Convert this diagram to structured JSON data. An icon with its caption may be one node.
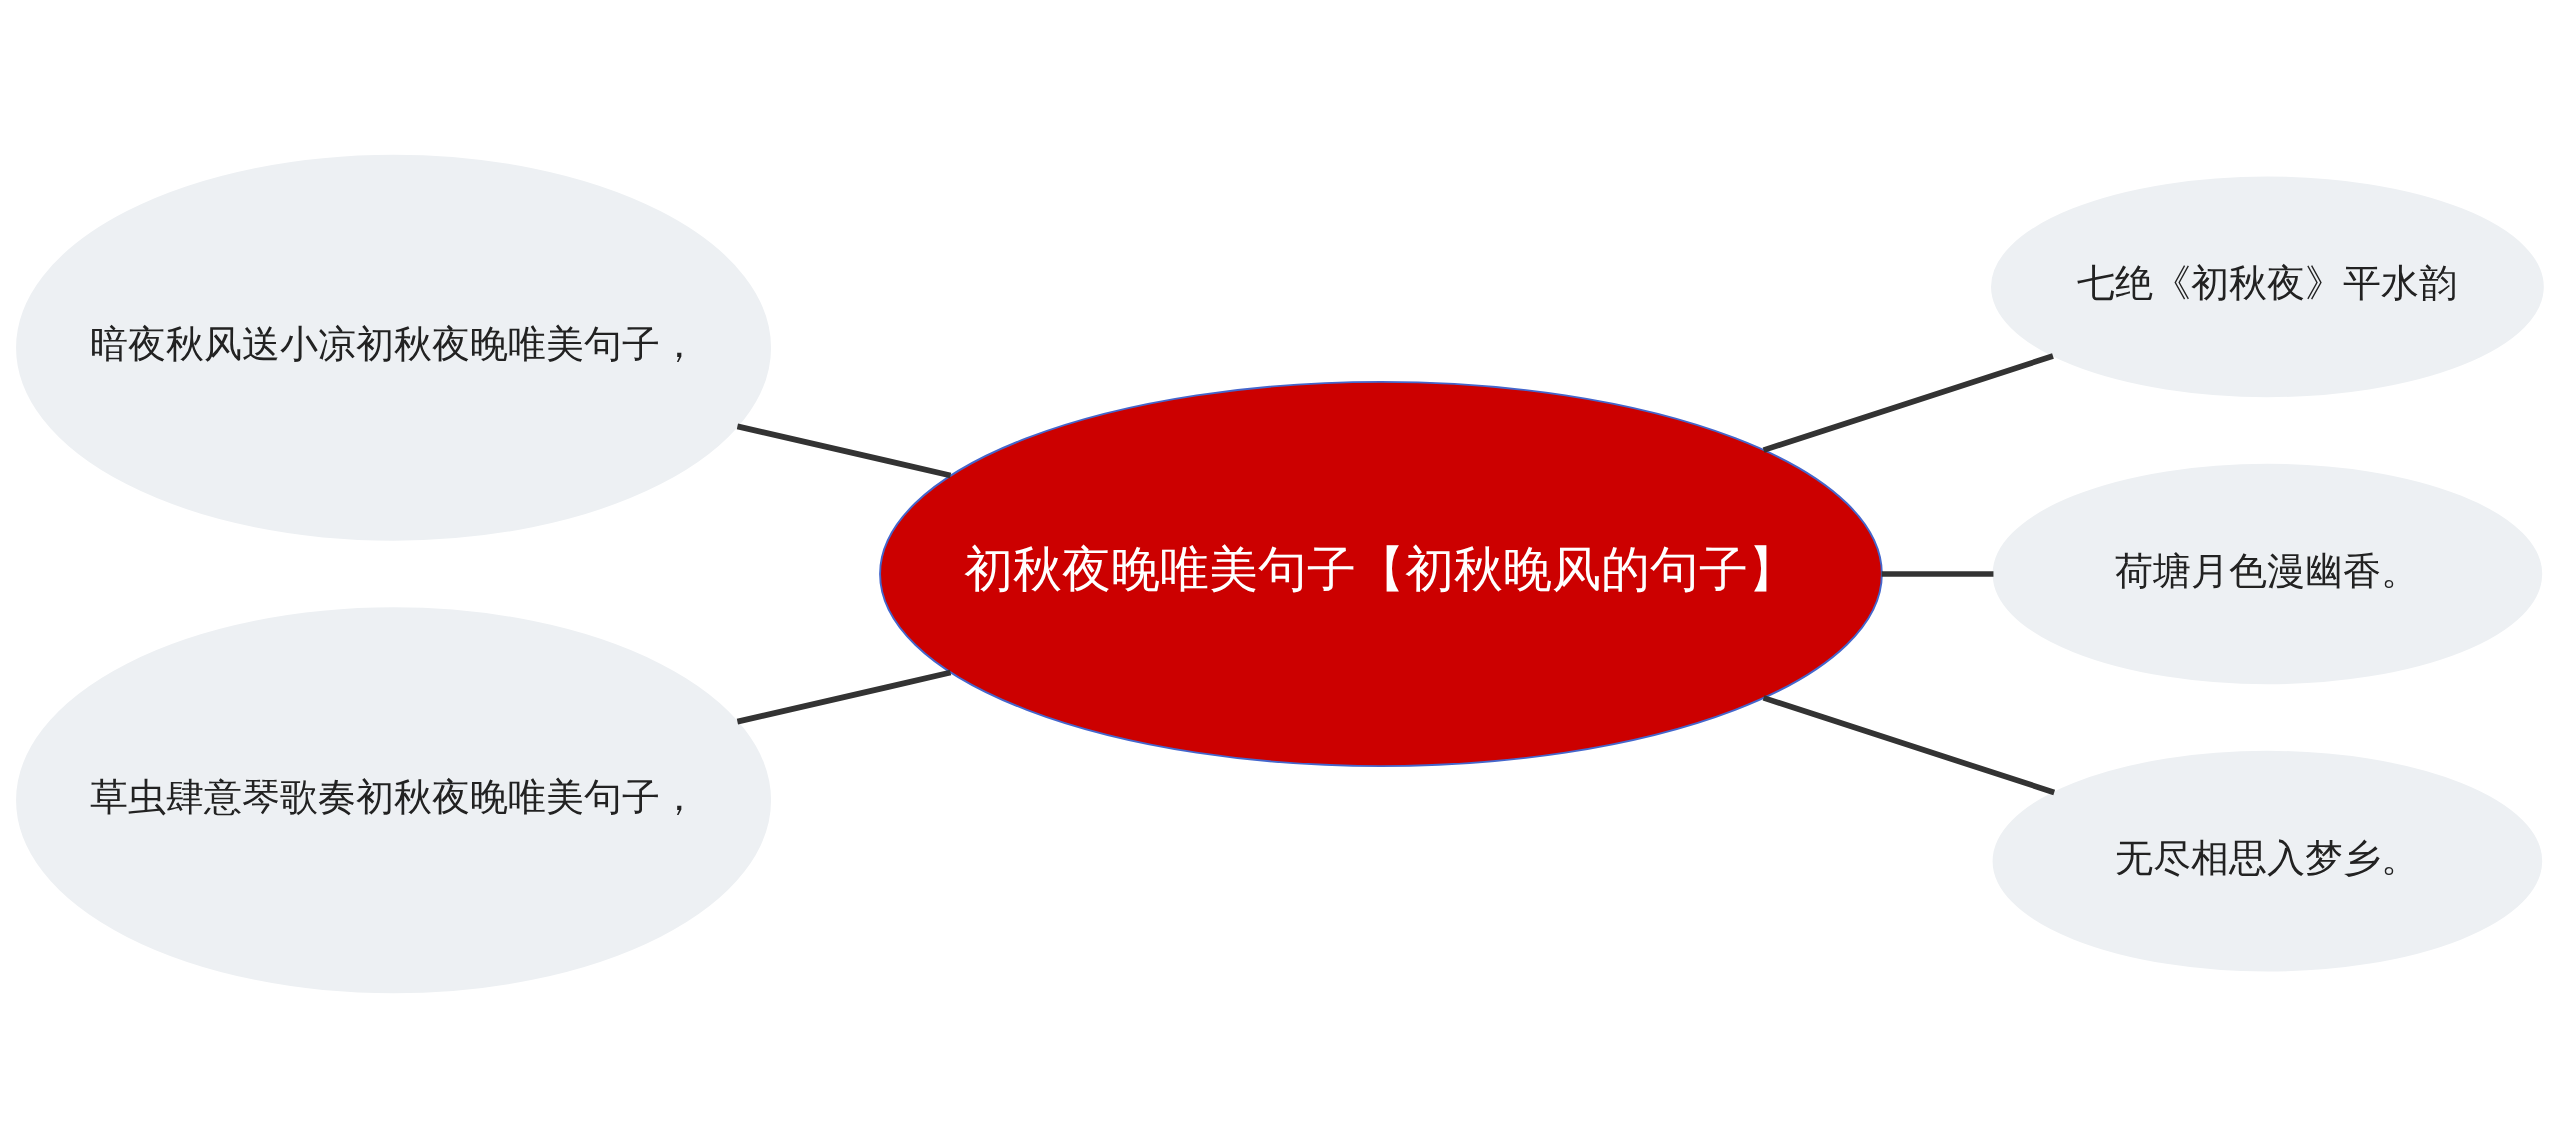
{
  "diagram": {
    "nodes": [
      {
        "text": [
          "初秋夜晚唯美句子【初秋晚风的句子】"
        ]
      },
      {
        "text": [
          "暗夜秋风送小凉初秋夜晚唯美句子，"
        ]
      },
      {
        "text": [
          "草虫肆意琴歌奏初秋夜晚唯美句子，"
        ]
      },
      {
        "text": [
          "七绝《初秋夜》平水韵"
        ]
      },
      {
        "text": [
          "荷塘月色漫幽香。"
        ]
      },
      {
        "text": [
          "无尽相思入梦乡。"
        ]
      }
    ],
    "edges": [
      {
        "from": 1,
        "to": 0,
        "arrow": "none"
      },
      {
        "from": 2,
        "to": 0,
        "arrow": "none"
      },
      {
        "from": 0,
        "to": 3,
        "arrow": "none"
      },
      {
        "from": 0,
        "to": 4,
        "arrow": "none"
      },
      {
        "from": 0,
        "to": 5,
        "arrow": "none"
      }
    ]
  }
}
